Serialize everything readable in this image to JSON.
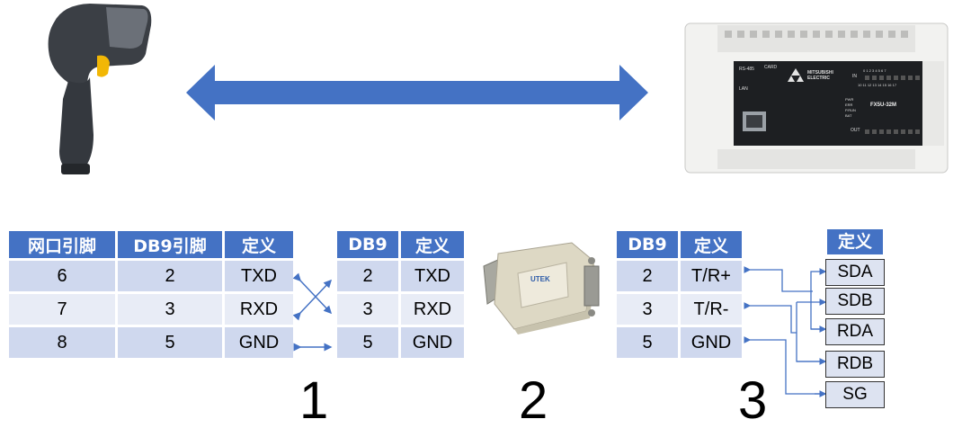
{
  "table1": {
    "headers": [
      "网口引脚",
      "DB9引脚",
      "定义"
    ],
    "rows": [
      [
        "6",
        "2",
        "TXD"
      ],
      [
        "7",
        "3",
        "RXD"
      ],
      [
        "8",
        "5",
        "GND"
      ]
    ]
  },
  "table2": {
    "headers": [
      "DB9",
      "定义"
    ],
    "rows": [
      [
        "2",
        "TXD"
      ],
      [
        "3",
        "RXD"
      ],
      [
        "5",
        "GND"
      ]
    ]
  },
  "table3": {
    "headers": [
      "DB9",
      "定义"
    ],
    "rows": [
      [
        "2",
        "T/R+"
      ],
      [
        "3",
        "T/R-"
      ],
      [
        "5",
        "GND"
      ]
    ]
  },
  "table4": {
    "header": "定义",
    "items": [
      "SDA",
      "SDB",
      "RDA",
      "RDB",
      "SG"
    ]
  },
  "section_numbers": [
    "1",
    "2",
    "3"
  ],
  "plc": {
    "brand": "MITSUBISHI ELECTRIC",
    "model": "FX5U-32M",
    "port_label": "RS-485",
    "lan_label": "LAN",
    "card_label": "CARD",
    "status_labels": [
      "PWR",
      "ERR",
      "P.RUN",
      "BAT"
    ],
    "in_label": "IN",
    "out_label": "OUT",
    "io_numbers_top": "0 1 2 3 4 5 6 7",
    "io_numbers_bottom": "10 11 12 13 14 15 16 17"
  },
  "converter": {
    "brand": "UTEK"
  },
  "colors": {
    "header_blue": "#4472c4",
    "arrow_blue": "#4472c4",
    "cell_dark": "#cfd8ee",
    "cell_light": "#e8ecf6"
  }
}
